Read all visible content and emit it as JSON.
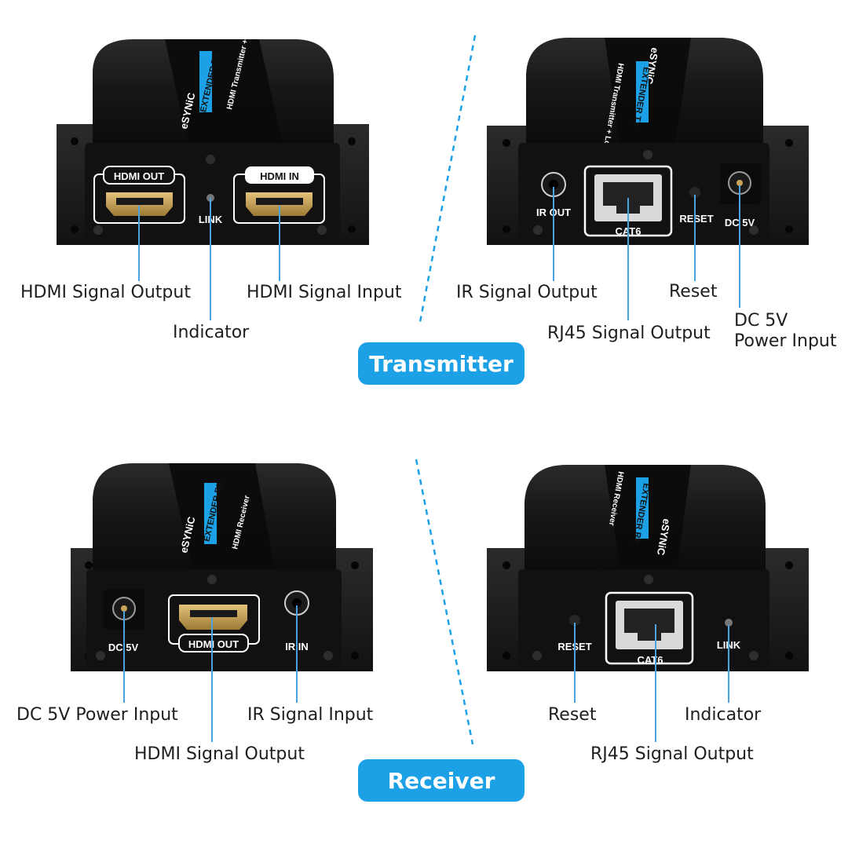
{
  "transmitter": {
    "badge": "Transmitter",
    "front": {
      "port_hdmi_out": "HDMI OUT",
      "port_hdmi_in": "HDMI IN",
      "port_link": "LINK",
      "label_hdmi_output": "HDMI Signal Output",
      "label_hdmi_input": "HDMI Signal Input",
      "label_indicator": "Indicator"
    },
    "back": {
      "port_ir_out": "IR OUT",
      "port_cat6": "CAT6",
      "port_reset": "RESET",
      "port_dc5v": "DC 5V",
      "label_ir_output": "IR Signal Output",
      "label_reset": "Reset",
      "label_rj45": "RJ45 Signal Output",
      "label_dc_line1": "DC 5V",
      "label_dc_line2": "Power Input"
    },
    "housing": {
      "brand": "eSYNiC",
      "model_tag": "EXTENDER TX",
      "model_desc": "HDMI Transmitter + Loop"
    }
  },
  "receiver": {
    "badge": "Receiver",
    "front": {
      "port_dc5v": "DC 5V",
      "port_hdmi_out": "HDMI OUT",
      "port_ir_in": "IR IN",
      "label_dc_power": "DC 5V Power Input",
      "label_ir_input": "IR Signal Input",
      "label_hdmi_output": "HDMI Signal Output"
    },
    "back": {
      "port_reset": "RESET",
      "port_cat6": "CAT6",
      "port_link": "LINK",
      "label_reset": "Reset",
      "label_indicator": "Indicator",
      "label_rj45": "RJ45 Signal Output"
    },
    "housing": {
      "brand": "eSYNiC",
      "model_tag": "EXTENDER RX",
      "model_desc": "HDMI Receiver"
    }
  },
  "colors": {
    "accent": "#1da1e6",
    "leader": "#4aa3df",
    "device": "#141414",
    "gold": "#c9a45a"
  }
}
